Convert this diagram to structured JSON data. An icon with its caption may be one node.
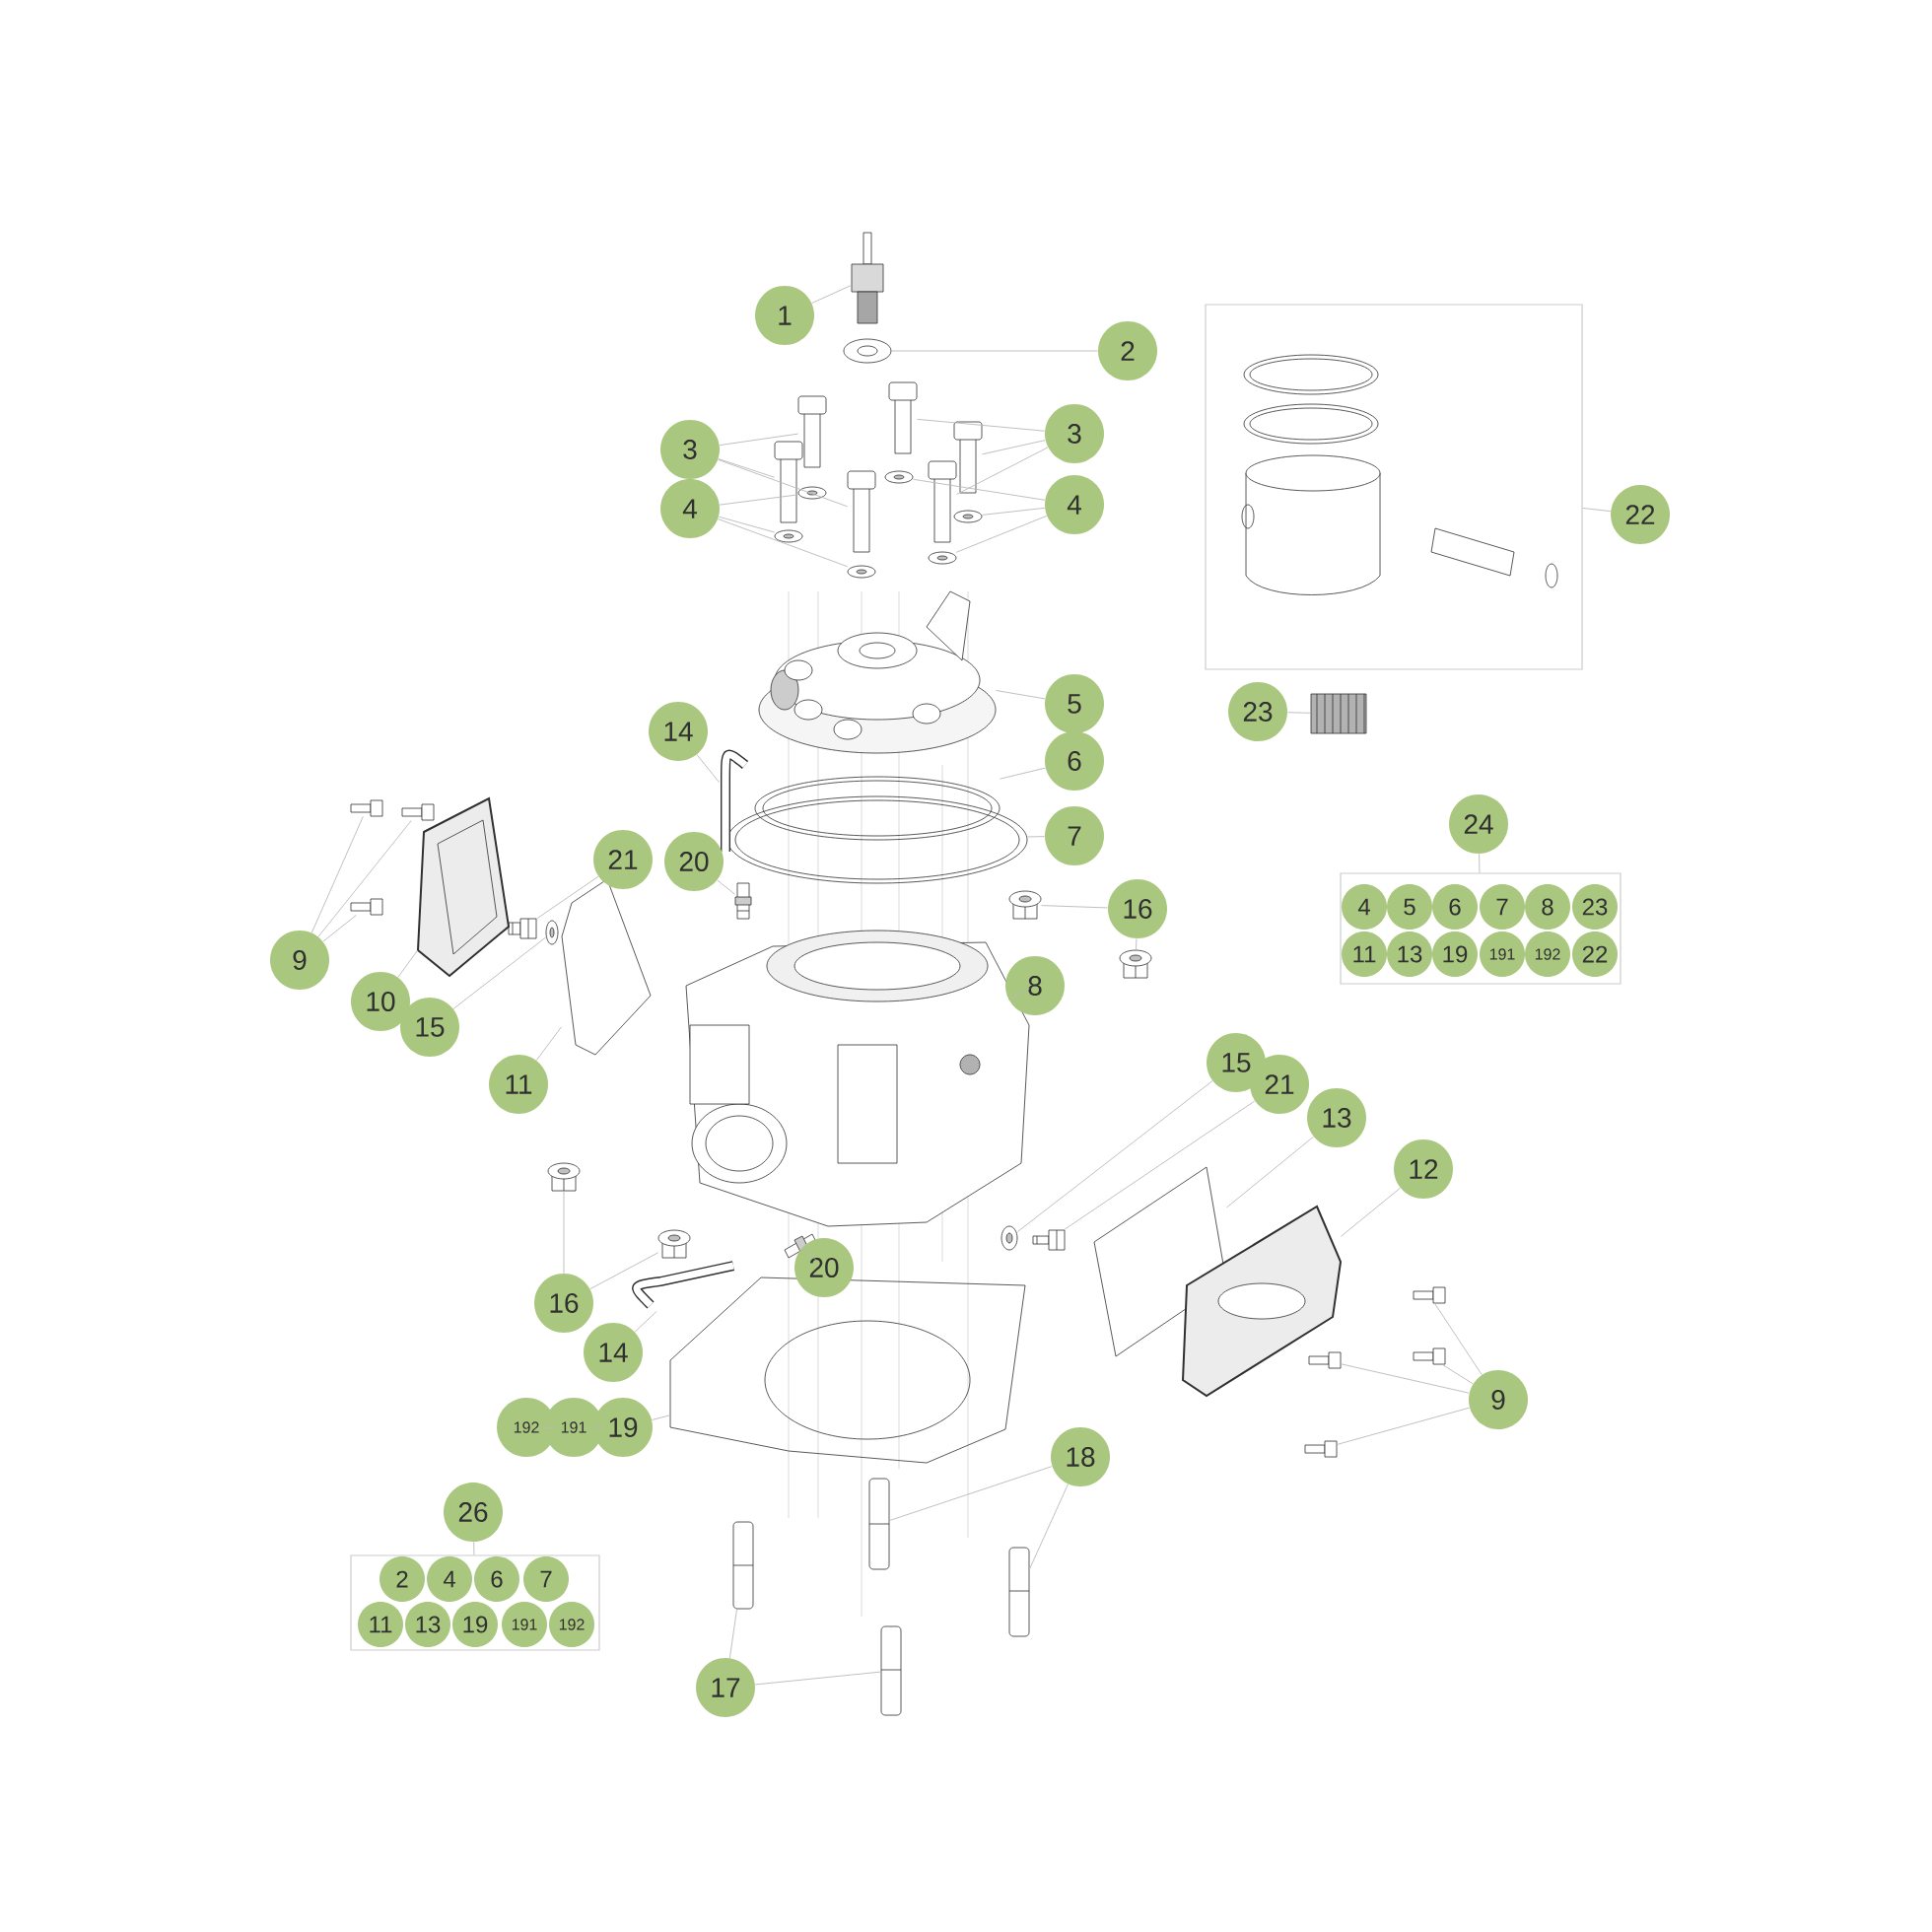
{
  "diagram": {
    "nodes": [
      {
        "text": [
          "1"
        ]
      },
      {
        "text": [
          "2"
        ]
      },
      {
        "text": [
          "3"
        ]
      },
      {
        "text": [
          "3"
        ]
      },
      {
        "text": [
          "4"
        ]
      },
      {
        "text": [
          "4"
        ]
      },
      {
        "text": [
          "5"
        ]
      },
      {
        "text": [
          "6"
        ]
      },
      {
        "text": [
          "7"
        ]
      },
      {
        "text": [
          "14"
        ]
      },
      {
        "text": [
          "20"
        ]
      },
      {
        "text": [
          "21"
        ]
      },
      {
        "text": [
          "9"
        ]
      },
      {
        "text": [
          "10"
        ]
      },
      {
        "text": [
          "15"
        ]
      },
      {
        "text": [
          "11"
        ]
      },
      {
        "text": [
          "16"
        ]
      },
      {
        "text": [
          "8"
        ]
      },
      {
        "text": [
          "15"
        ]
      },
      {
        "text": [
          "21"
        ]
      },
      {
        "text": [
          "13"
        ]
      },
      {
        "text": [
          "12"
        ]
      },
      {
        "text": [
          "16"
        ]
      },
      {
        "text": [
          "20"
        ]
      },
      {
        "text": [
          "14"
        ]
      },
      {
        "text": [
          "9"
        ]
      },
      {
        "text": [
          "192"
        ]
      },
      {
        "text": [
          "191"
        ]
      },
      {
        "text": [
          "19"
        ]
      },
      {
        "text": [
          "18"
        ]
      },
      {
        "text": [
          "17"
        ]
      },
      {
        "text": [
          "22"
        ]
      },
      {
        "text": [
          "23"
        ]
      },
      {
        "text": [
          "24"
        ]
      },
      {
        "text": [],
        "shape": "box"
      },
      {
        "text": [
          "4"
        ],
        "in": 34
      },
      {
        "text": [
          "5"
        ],
        "in": 34
      },
      {
        "text": [
          "6"
        ],
        "in": 34
      },
      {
        "text": [
          "7"
        ],
        "in": 34
      },
      {
        "text": [
          "8"
        ],
        "in": 34
      },
      {
        "text": [
          "23"
        ],
        "in": 34
      },
      {
        "text": [
          "11"
        ],
        "in": 34
      },
      {
        "text": [
          "13"
        ],
        "in": 34
      },
      {
        "text": [
          "19"
        ],
        "in": 34
      },
      {
        "text": [
          "191"
        ],
        "in": 34
      },
      {
        "text": [
          "192"
        ],
        "in": 34
      },
      {
        "text": [
          "22"
        ],
        "in": 34
      },
      {
        "text": [
          "26"
        ]
      },
      {
        "text": [],
        "shape": "box"
      },
      {
        "text": [
          "2"
        ],
        "in": 48
      },
      {
        "text": [
          "4"
        ],
        "in": 48
      },
      {
        "text": [
          "6"
        ],
        "in": 48
      },
      {
        "text": [
          "7"
        ],
        "in": 48
      },
      {
        "text": [
          "11"
        ],
        "in": 48
      },
      {
        "text": [
          "13"
        ],
        "in": 48
      },
      {
        "text": [
          "19"
        ],
        "in": 48
      },
      {
        "text": [
          "191"
        ],
        "in": 48
      },
      {
        "text": [
          "192"
        ],
        "in": 48
      },
      {
        "text": [],
        "shape": "box"
      },
      {
        "text": [],
        "shape": "picture"
      },
      {
        "text": [],
        "shape": "picture"
      },
      {
        "text": [],
        "shape": "picture"
      },
      {
        "text": [],
        "shape": "picture"
      },
      {
        "text": [],
        "shape": "picture"
      },
      {
        "text": [],
        "shape": "picture"
      },
      {
        "text": [],
        "shape": "picture"
      },
      {
        "text": [],
        "shape": "picture"
      },
      {
        "text": [],
        "shape": "picture"
      },
      {
        "text": [],
        "shape": "picture"
      },
      {
        "text": [],
        "shape": "picture"
      },
      {
        "text": [],
        "shape": "picture"
      },
      {
        "text": [],
        "shape": "picture"
      },
      {
        "text": [],
        "shape": "picture"
      },
      {
        "text": [],
        "shape": "picture"
      },
      {
        "text": [],
        "shape": "picture"
      },
      {
        "text": [],
        "shape": "picture"
      },
      {
        "text": [],
        "shape": "picture"
      },
      {
        "text": [],
        "shape": "picture"
      },
      {
        "text": [],
        "shape": "picture"
      },
      {
        "text": [],
        "shape": "picture"
      },
      {
        "text": [],
        "shape": "picture"
      },
      {
        "text": [],
        "shape": "picture"
      },
      {
        "text": [],
        "shape": "picture"
      },
      {
        "text": [],
        "shape": "picture"
      },
      {
        "text": [],
        "shape": "picture"
      },
      {
        "text": [],
        "shape": "picture"
      },
      {
        "text": [],
        "shape": "picture"
      },
      {
        "text": [],
        "shape": "picture"
      },
      {
        "text": [],
        "shape": "picture"
      },
      {
        "text": [],
        "shape": "picture"
      },
      {
        "text": [],
        "shape": "picture"
      },
      {
        "text": [],
        "shape": "picture"
      },
      {
        "text": [],
        "shape": "picture"
      },
      {
        "text": [],
        "shape": "picture"
      },
      {
        "text": [],
        "shape": "picture"
      },
      {
        "text": [],
        "shape": "picture"
      },
      {
        "text": [],
        "shape": "picture"
      },
      {
        "text": [],
        "shape": "picture"
      },
      {
        "text": [],
        "shape": "picture"
      },
      {
        "text": [],
        "shape": "picture"
      },
      {
        "text": [],
        "shape": "picture"
      },
      {
        "text": [],
        "shape": "picture"
      },
      {
        "text": [],
        "shape": "picture"
      },
      {
        "text": [],
        "shape": "picture"
      },
      {
        "text": [],
        "shape": "picture"
      },
      {
        "text": [],
        "shape": "picture"
      }
    ],
    "edges": [
      {
        "from": 0,
        "to": 59,
        "arrow": "none"
      },
      {
        "from": 1,
        "to": 60,
        "arrow": "none"
      },
      {
        "from": 2,
        "to": 61,
        "arrow": "none"
      },
      {
        "from": 2,
        "to": 64,
        "arrow": "none"
      },
      {
        "from": 2,
        "to": 65,
        "arrow": "none"
      },
      {
        "from": 3,
        "to": 62,
        "arrow": "none"
      },
      {
        "from": 3,
        "to": 63,
        "arrow": "none"
      },
      {
        "from": 3,
        "to": 66,
        "arrow": "none"
      },
      {
        "from": 4,
        "to": 67,
        "arrow": "none"
      },
      {
        "from": 4,
        "to": 70,
        "arrow": "none"
      },
      {
        "from": 4,
        "to": 71,
        "arrow": "none"
      },
      {
        "from": 5,
        "to": 68,
        "arrow": "none"
      },
      {
        "from": 5,
        "to": 69,
        "arrow": "none"
      },
      {
        "from": 5,
        "to": 72,
        "arrow": "none"
      },
      {
        "from": 6,
        "to": 73,
        "arrow": "none"
      },
      {
        "from": 7,
        "to": 74,
        "arrow": "none"
      },
      {
        "from": 8,
        "to": 75,
        "arrow": "none"
      },
      {
        "from": 9,
        "to": 76,
        "arrow": "none"
      },
      {
        "from": 10,
        "to": 77,
        "arrow": "none"
      },
      {
        "from": 11,
        "to": 78,
        "arrow": "none"
      },
      {
        "from": 12,
        "to": 79,
        "arrow": "none"
      },
      {
        "from": 12,
        "to": 80,
        "arrow": "none"
      },
      {
        "from": 12,
        "to": 81,
        "arrow": "none"
      },
      {
        "from": 13,
        "to": 82,
        "arrow": "none"
      },
      {
        "from": 14,
        "to": 83,
        "arrow": "none"
      },
      {
        "from": 15,
        "to": 84,
        "arrow": "none"
      },
      {
        "from": 16,
        "to": 85,
        "arrow": "none"
      },
      {
        "from": 16,
        "to": 86,
        "arrow": "none"
      },
      {
        "from": 17,
        "to": 87,
        "arrow": "none"
      },
      {
        "from": 18,
        "to": 88,
        "arrow": "none"
      },
      {
        "from": 19,
        "to": 89,
        "arrow": "none"
      },
      {
        "from": 20,
        "to": 90,
        "arrow": "none"
      },
      {
        "from": 21,
        "to": 91,
        "arrow": "none"
      },
      {
        "from": 22,
        "to": 92,
        "arrow": "none"
      },
      {
        "from": 22,
        "to": 93,
        "arrow": "none"
      },
      {
        "from": 23,
        "to": 94,
        "arrow": "none"
      },
      {
        "from": 24,
        "to": 95,
        "arrow": "none"
      },
      {
        "from": 25,
        "to": 96,
        "arrow": "none"
      },
      {
        "from": 25,
        "to": 97,
        "arrow": "none"
      },
      {
        "from": 25,
        "to": 98,
        "arrow": "none"
      },
      {
        "from": 25,
        "to": 99,
        "arrow": "none"
      },
      {
        "from": 26,
        "to": 27,
        "arrow": "none"
      },
      {
        "from": 27,
        "to": 28,
        "arrow": "none"
      },
      {
        "from": 28,
        "to": 100,
        "arrow": "none"
      },
      {
        "from": 29,
        "to": 102,
        "arrow": "none"
      },
      {
        "from": 29,
        "to": 103,
        "arrow": "none"
      },
      {
        "from": 30,
        "to": 101,
        "arrow": "none"
      },
      {
        "from": 30,
        "to": 104,
        "arrow": "none"
      },
      {
        "from": 31,
        "to": 58,
        "arrow": "none"
      },
      {
        "from": 32,
        "to": 105,
        "arrow": "none"
      },
      {
        "from": 33,
        "to": 34,
        "arrow": "none"
      },
      {
        "from": 47,
        "to": 48,
        "arrow": "none"
      }
    ]
  }
}
